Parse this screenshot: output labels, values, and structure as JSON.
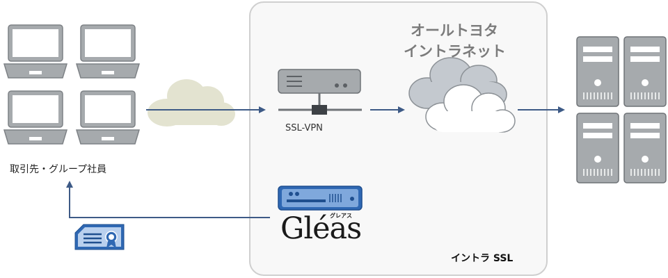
{
  "clients": {
    "label": "取引先・グループ社員"
  },
  "vpn": {
    "label": "SSL-VPN"
  },
  "intranet": {
    "line1": "オールトヨタ",
    "line2": "イントラネット"
  },
  "service": {
    "label": "イントラ SSL"
  },
  "gleas": {
    "logo_text": "Gléas",
    "logo_kana": "グレアス"
  },
  "colors": {
    "arrow": "#3d5a86",
    "panel_border": "#cfcfcf",
    "panel_bg": "#f8f8f8",
    "device_gray": "#a6aaad",
    "gleas_blue": "#2f68b3",
    "cloud_beige": "#e3e3d0",
    "cloud_gray": "#c4c9cf"
  }
}
